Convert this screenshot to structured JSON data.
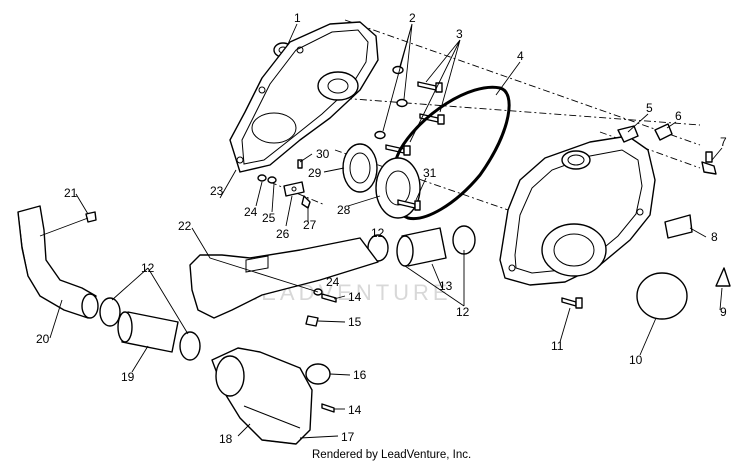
{
  "watermark": "LEADVENTURE",
  "credit": "Rendered by LeadVenture, Inc.",
  "callouts": [
    "1",
    "2",
    "3",
    "4",
    "5",
    "6",
    "7",
    "8",
    "9",
    "10",
    "11",
    "12",
    "12",
    "12",
    "13",
    "14",
    "14",
    "15",
    "16",
    "17",
    "18",
    "19",
    "20",
    "21",
    "22",
    "23",
    "24",
    "24",
    "25",
    "26",
    "27",
    "28",
    "29",
    "30",
    "31"
  ]
}
